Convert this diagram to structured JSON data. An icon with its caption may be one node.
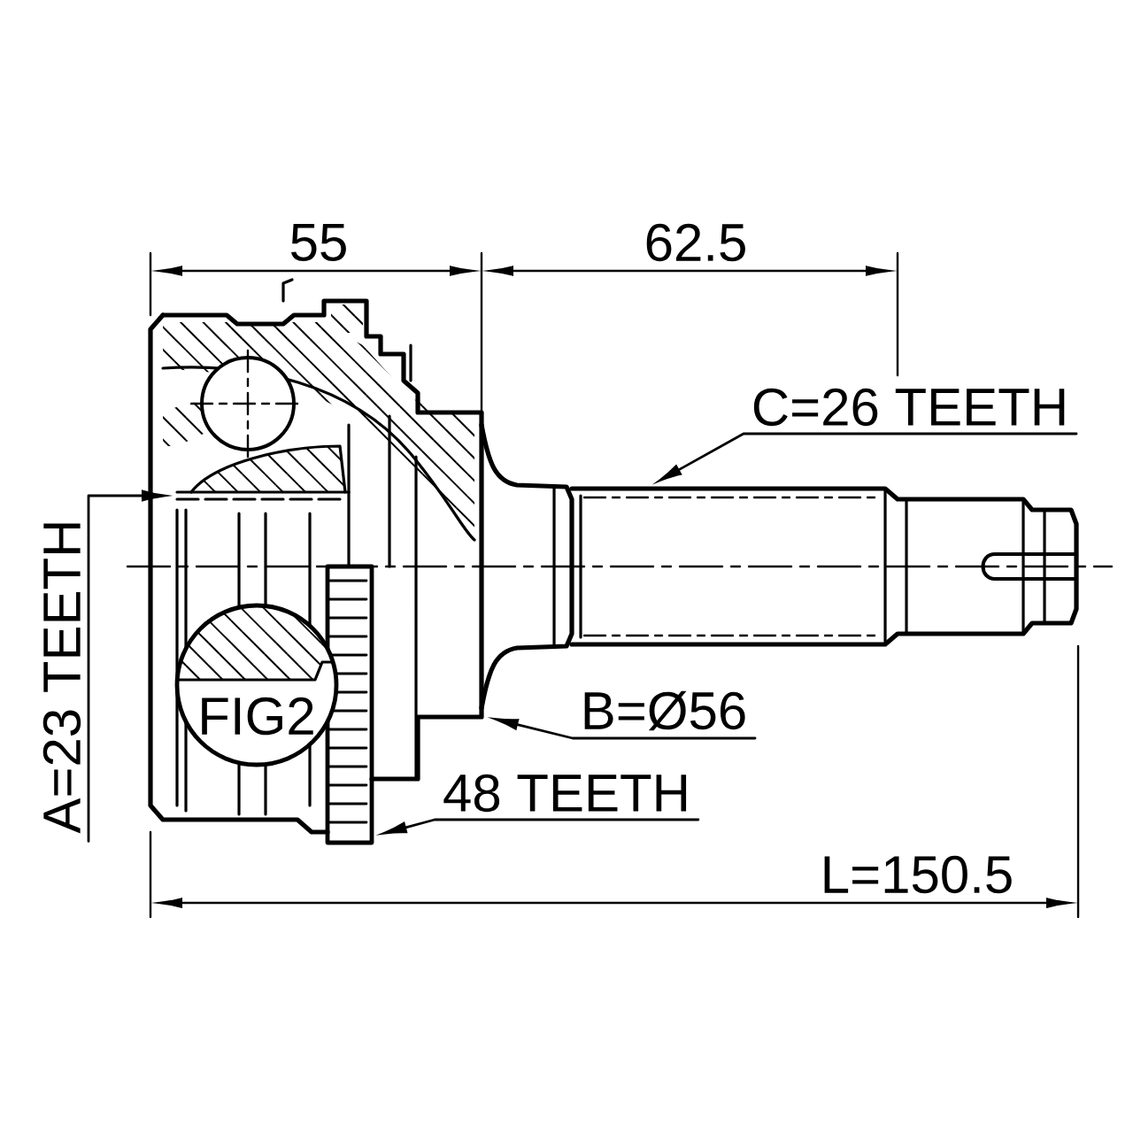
{
  "diagram": {
    "nodes": [
      {
        "text": [
          "A=23 TEETH"
        ]
      },
      {
        "text": [
          "C=26 TEETH"
        ]
      },
      {
        "text": [
          "B=Ø56"
        ]
      },
      {
        "text": [
          "48 TEETH"
        ]
      },
      {
        "text": [
          "FIG2"
        ]
      }
    ],
    "edges": [
      {
        "from": 0,
        "to": null,
        "arrow": "to"
      },
      {
        "from": 1,
        "to": null,
        "arrow": "to"
      },
      {
        "from": 2,
        "to": null,
        "arrow": "to"
      },
      {
        "from": 3,
        "to": null,
        "arrow": "to"
      }
    ],
    "labels": [
      "55",
      "62.5",
      "L=150.5"
    ]
  }
}
